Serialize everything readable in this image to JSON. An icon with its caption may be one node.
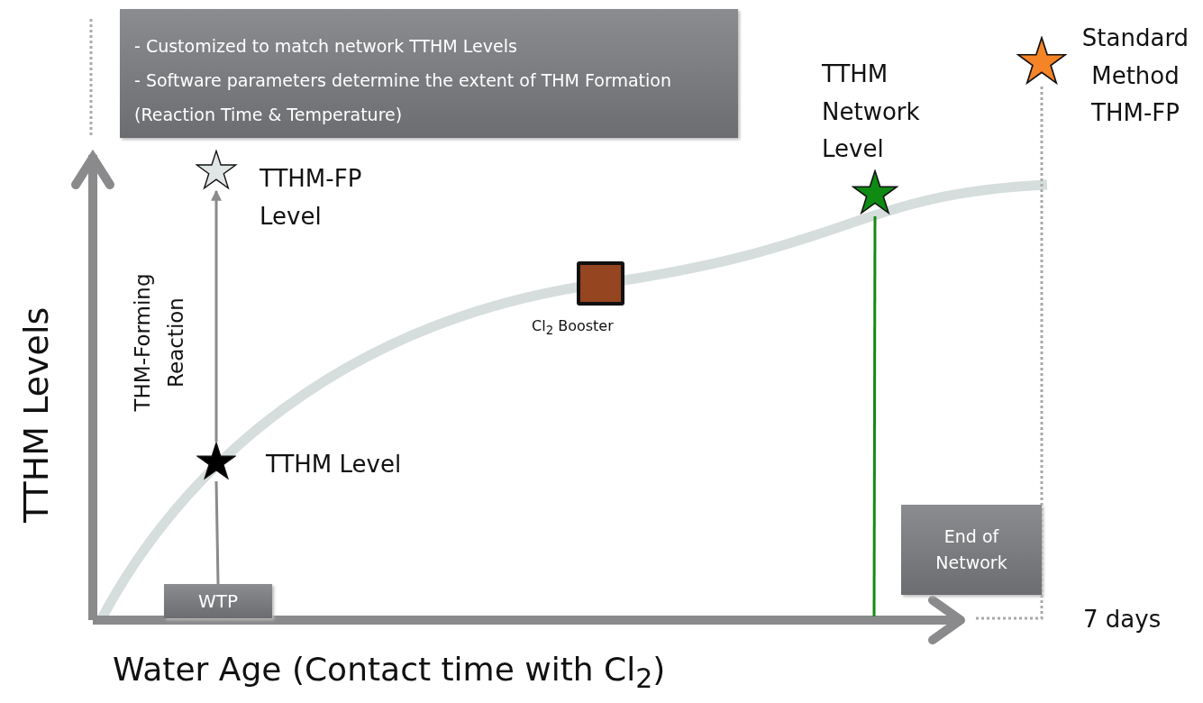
{
  "diagram": {
    "nodes": [
      {
        "text": [
          "- Customized to match network TTHM Levels",
          "- Software parameters determine the extent of THM Formation (Reaction Time & Temperature)"
        ]
      },
      {
        "text": [
          "WTP"
        ]
      },
      {
        "text": [],
        "shape": "star",
        "beside": [
          "TTHM Level"
        ]
      },
      {
        "text": [],
        "shape": "star",
        "beside": [
          "TTHM-FP Level"
        ]
      },
      {
        "text": [],
        "shape": "box",
        "beside": [
          "Cl$_{2}$ Booster"
        ]
      },
      {
        "text": [],
        "shape": "star",
        "beside": [
          "TTHM Network Level"
        ]
      },
      {
        "text": [],
        "shape": "star",
        "beside": [
          "Standard Method THM-FP"
        ]
      },
      {
        "text": [
          "End of Network"
        ]
      }
    ],
    "edges": [
      {
        "from": 1,
        "to": 2,
        "arrow": "none"
      },
      {
        "from": 2,
        "to": 3,
        "arrow": "to",
        "label": "THM-Forming Reaction"
      },
      {
        "from": null,
        "to": 5,
        "arrow": "none",
        "color": "#138a13"
      },
      {
        "from": 6,
        "to": null,
        "arrow": "none",
        "style": "dashed"
      }
    ],
    "labels": [
      "TTHM Levels",
      "Water Age (Contact time with Cl$_{2}$)",
      "7 days"
    ]
  }
}
